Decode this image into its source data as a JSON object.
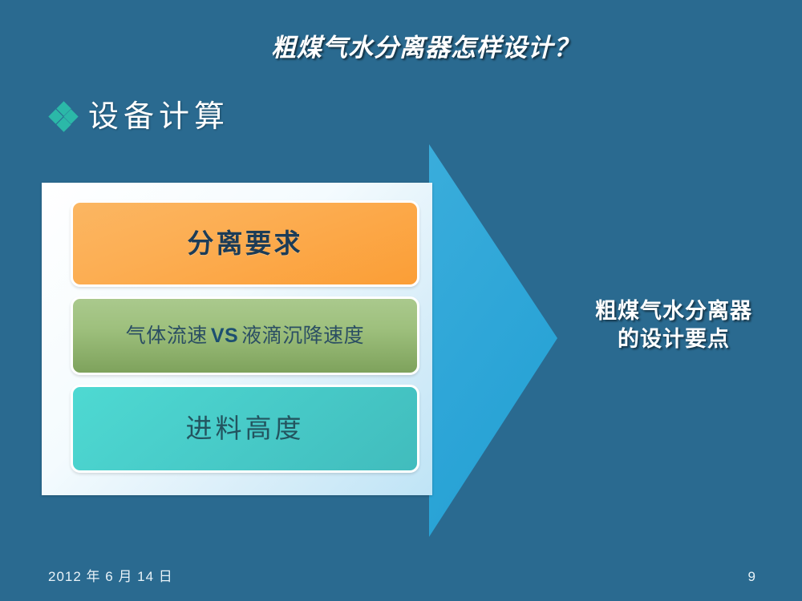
{
  "slide": {
    "title": "粗煤气水分离器怎样设计？",
    "background_color": "#2a6a90",
    "section": {
      "bullet_icon": "four-diamond-bullet-icon",
      "bullet_color": "#2bb8a8",
      "label": "设备计算"
    },
    "process": {
      "arrow_icon": "right-arrow-shape",
      "arrow_color": "#3fb0dd",
      "steps": [
        {
          "label": "分离要求",
          "color": "#fcae53"
        },
        {
          "label_before": "气体流速",
          "label_vs": "VS",
          "label_after": "液滴沉降速度",
          "color": "#9ec07d"
        },
        {
          "label": "进料高度",
          "color": "#48ccc9"
        }
      ],
      "outcome_line1": "粗煤气水分离器",
      "outcome_line2": "的设计要点"
    },
    "footer": {
      "date": "2012 年 6 月 14 日",
      "page_number": "9"
    }
  }
}
